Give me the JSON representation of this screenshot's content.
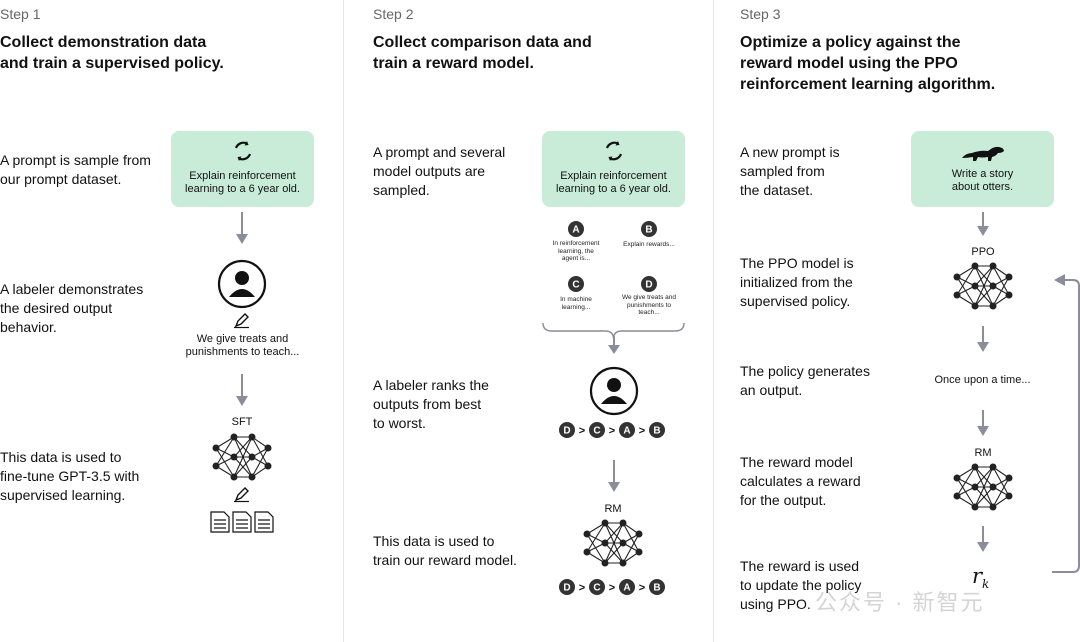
{
  "steps": [
    {
      "label": "Step 1",
      "title_lines": [
        "Collect demonstration data",
        "and train a supervised policy."
      ],
      "descs": [
        [
          "A prompt is sample from",
          "our prompt dataset."
        ],
        [
          "A labeler demonstrates",
          "the desired output",
          "behavior."
        ],
        [
          "This data is used to",
          "fine-tune GPT-3.5 with",
          "supervised learning."
        ]
      ],
      "prompt_lines": [
        "Explain reinforcement",
        "learning to a 6 year old."
      ],
      "demo_lines": [
        "We give treats and",
        "punishments to teach..."
      ],
      "model_label": "SFT"
    },
    {
      "label": "Step 2",
      "title_lines": [
        "Collect comparison data and",
        "train a reward model."
      ],
      "descs": [
        [
          "A prompt and several",
          "model outputs are",
          "sampled."
        ],
        [
          "A labeler ranks the",
          "outputs from best",
          "to worst."
        ],
        [
          "This data is used to",
          "train our reward model."
        ]
      ],
      "prompt_lines": [
        "Explain reinforcement",
        "learning to a 6 year old."
      ],
      "outputs": [
        {
          "letter": "A",
          "lines": [
            "In reinforcement",
            "learning, the",
            "agent is..."
          ]
        },
        {
          "letter": "B",
          "lines": [
            "Explain rewards..."
          ]
        },
        {
          "letter": "C",
          "lines": [
            "In machine",
            "learning..."
          ]
        },
        {
          "letter": "D",
          "lines": [
            "We give treats and",
            "punishments to",
            "teach..."
          ]
        }
      ],
      "ranking": [
        "D",
        "C",
        "A",
        "B"
      ],
      "ranking_sep": ">",
      "model_label": "RM"
    },
    {
      "label": "Step 3",
      "title_lines": [
        "Optimize a policy against the",
        "reward model using the PPO",
        "reinforcement learning algorithm."
      ],
      "descs": [
        [
          "A new prompt is",
          "sampled from",
          "the dataset."
        ],
        [
          "The PPO model is",
          "initialized from the",
          "supervised policy."
        ],
        [
          "The policy generates",
          "an output."
        ],
        [
          "The reward model",
          "calculates a reward",
          "for the output."
        ],
        [
          "The reward is used",
          "to update the policy",
          "using PPO."
        ]
      ],
      "prompt_lines": [
        "Write a story",
        "about otters."
      ],
      "ppo_label": "PPO",
      "output_text": "Once upon a time...",
      "rm_label": "RM",
      "reward_symbol": "r",
      "reward_subscript": "k"
    }
  ],
  "watermark": "公众号 · 新智元",
  "colors": {
    "card": "#c9ecd9",
    "arrow": "#8c8c9a",
    "badge": "#333333",
    "divider": "#e5e5e5"
  }
}
